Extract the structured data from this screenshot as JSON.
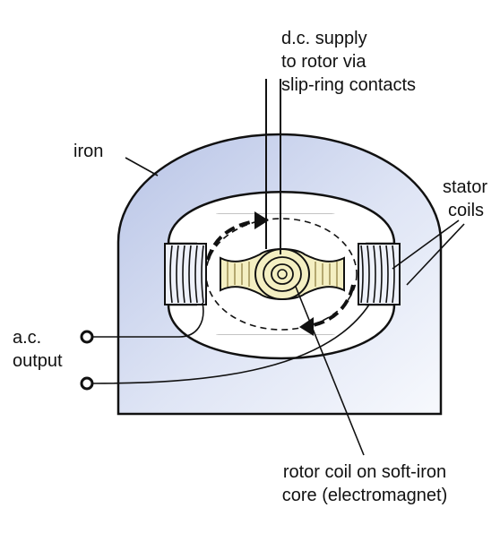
{
  "labels": {
    "dc_supply": [
      "d.c. supply",
      "to rotor via",
      "slip-ring contacts"
    ],
    "iron": "iron",
    "stator_coils": [
      "stator",
      "coils"
    ],
    "ac_output": [
      "a.c.",
      "output"
    ],
    "rotor_coil": [
      "rotor coil on soft-iron",
      "core (electromagnet)"
    ]
  },
  "colors": {
    "iron_fill": "#c3cdea",
    "coil_fill": "#f4efc2",
    "line": "#111111"
  }
}
